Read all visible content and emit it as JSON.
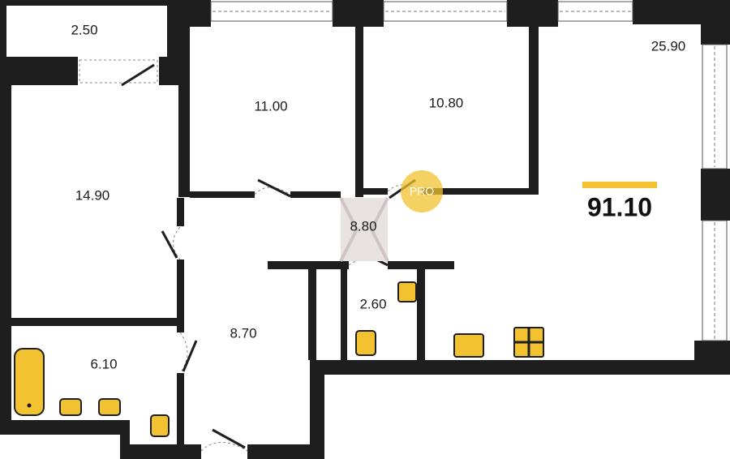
{
  "plan": {
    "rooms": [
      {
        "id": "balcony",
        "area": "2.50"
      },
      {
        "id": "bedroom-1",
        "area": "11.00"
      },
      {
        "id": "bedroom-2",
        "area": "10.80"
      },
      {
        "id": "living-kitchen",
        "area": "25.90"
      },
      {
        "id": "bedroom-3",
        "area": "14.90"
      },
      {
        "id": "corridor",
        "area": "8.80"
      },
      {
        "id": "bathroom",
        "area": "6.10"
      },
      {
        "id": "hallway",
        "area": "8.70"
      },
      {
        "id": "toilet",
        "area": "2.60"
      }
    ],
    "total_area": "91.10",
    "watermark": "PRO",
    "colors": {
      "accent": "#f2c230",
      "wall": "#1e1e1e"
    }
  }
}
